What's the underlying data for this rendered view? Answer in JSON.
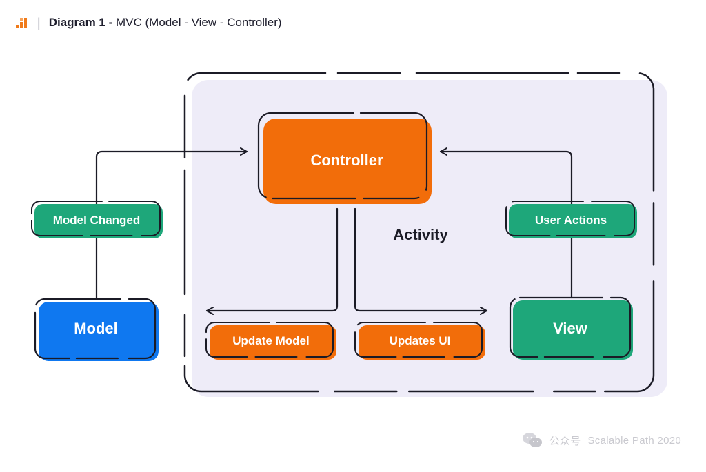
{
  "header": {
    "title_bold": "Diagram 1 -",
    "title_rest": "MVC (Model - View - Controller)",
    "logo_icon": "bars-logo-icon",
    "logo_color": "#f07a1a"
  },
  "diagram": {
    "container_label": "Activity",
    "nodes": {
      "controller": "Controller",
      "model": "Model",
      "view": "View",
      "model_changed": "Model Changed",
      "user_actions": "User Actions",
      "update_model": "Update Model",
      "updates_ui": "Updates UI"
    },
    "colors": {
      "orange": "#f26d0a",
      "green": "#1ea77a",
      "blue": "#0f78f0",
      "container": "#eeecf8",
      "outline": "#1b1b26"
    }
  },
  "watermark": {
    "icon": "wechat-icon",
    "text": "公众号",
    "credit": "Scalable Path 2020"
  }
}
